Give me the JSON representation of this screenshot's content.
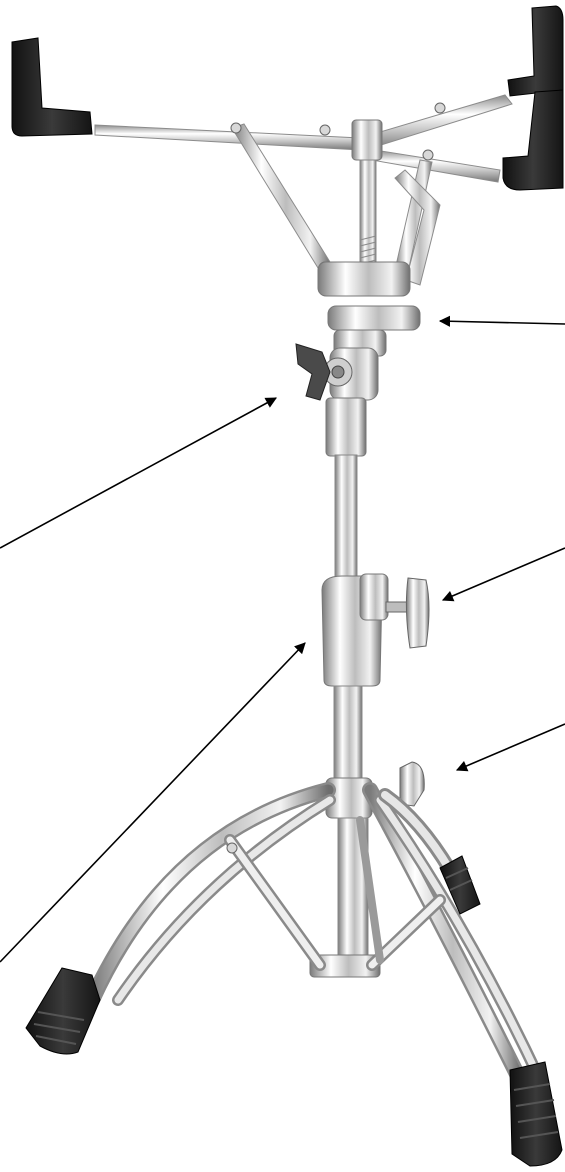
{
  "image": {
    "subject": "snare-drum-stand",
    "background": "#ffffff",
    "colors": {
      "chrome_light": "#f4f4f4",
      "chrome_mid": "#c9c9c9",
      "chrome_dark": "#6e6e6e",
      "rubber": "#1e1e1e",
      "arrow": "#000000"
    },
    "icons": [
      "basket-cradle",
      "tilt-wing-nut",
      "height-clamp-wing-nut",
      "leg-lock-wing-nut",
      "rubber-foot"
    ]
  },
  "callouts": [
    {
      "name": "basket-angle-adjuster-arrow",
      "points_to": "basket-angle-adjuster"
    },
    {
      "name": "tilt-joint-arrow",
      "points_to": "tilt-wing-nut"
    },
    {
      "name": "height-wing-nut-arrow",
      "points_to": "height-wing-nut"
    },
    {
      "name": "height-clamp-arrow",
      "points_to": "height-clamp"
    },
    {
      "name": "leg-lock-arrow",
      "points_to": "leg-lock-wing-nut"
    }
  ]
}
